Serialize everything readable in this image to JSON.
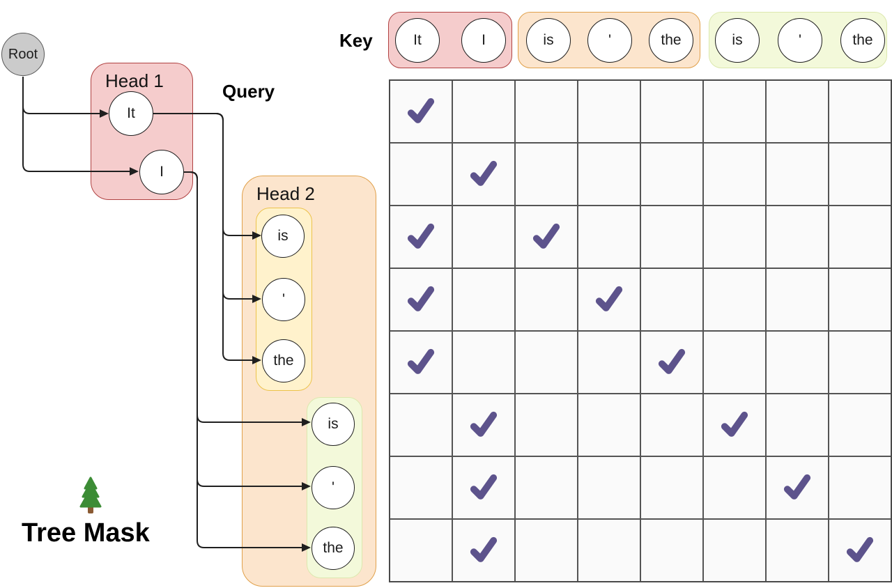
{
  "diagram": {
    "root_label": "Root",
    "head1": {
      "label": "Head 1",
      "nodes": [
        "It",
        "I"
      ]
    },
    "head2": {
      "label": "Head 2",
      "group1_nodes": [
        "is",
        "'",
        "the"
      ],
      "group2_nodes": [
        "is",
        "'",
        "the"
      ]
    },
    "query_label": "Query",
    "title": "Tree Mask",
    "title_icon": "evergreen-tree-icon"
  },
  "key": {
    "label": "Key",
    "groups": [
      {
        "name": "head1-tokens",
        "tokens": [
          "It",
          "I"
        ]
      },
      {
        "name": "head2-group1-tokens",
        "tokens": [
          "is",
          "'",
          "the"
        ]
      },
      {
        "name": "head2-group2-tokens",
        "tokens": [
          "is",
          "'",
          "the"
        ]
      }
    ]
  },
  "mask_grid": {
    "rows": 8,
    "cols": 8,
    "checked_cells": [
      [
        0,
        0
      ],
      [
        1,
        1
      ],
      [
        2,
        0
      ],
      [
        2,
        2
      ],
      [
        3,
        0
      ],
      [
        3,
        3
      ],
      [
        4,
        0
      ],
      [
        4,
        4
      ],
      [
        5,
        1
      ],
      [
        5,
        5
      ],
      [
        6,
        1
      ],
      [
        6,
        6
      ],
      [
        7,
        1
      ],
      [
        7,
        7
      ]
    ],
    "check_color": "#5d538c"
  },
  "colors": {
    "head1_fill": "#f5cccc",
    "head1_border": "#b04141",
    "head2_fill": "#fce5cd",
    "head2_border": "#e0a04a",
    "inner_yellow_fill": "#fff2cc",
    "inner_yellow_border": "#ecc24a",
    "inner_green_fill": "#f3f9da",
    "inner_green_border": "#dce8ae",
    "root_fill": "#cbcbcb",
    "grid_line": "#545454",
    "cell_fill": "#fafafa",
    "connector": "#1f1f1f"
  }
}
